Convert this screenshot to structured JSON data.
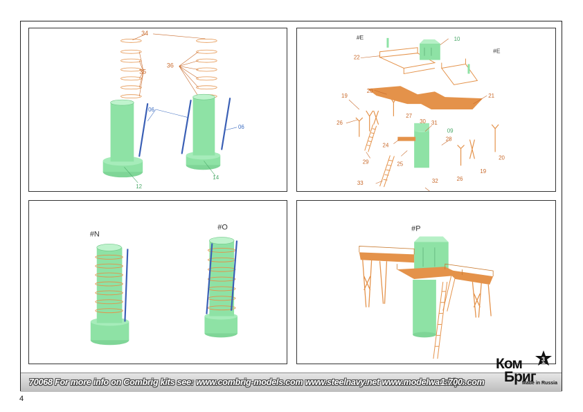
{
  "panels": {
    "p1": {
      "labels": {
        "l34": "34",
        "l35": "35",
        "l36": "36",
        "l06a": "06",
        "l06b": "06",
        "l12": "12",
        "l14": "14"
      }
    },
    "p2": {
      "labels": {
        "lE1": "#E",
        "lE2": "#E",
        "l10": "10",
        "l22": "22",
        "l21": "21",
        "l20a": "20",
        "l19a": "19",
        "l26a": "26",
        "l27": "27",
        "l30": "30",
        "l31": "31",
        "l09": "09",
        "l28": "28",
        "l29": "29",
        "l24": "24",
        "l25": "25",
        "l33": "33",
        "l32": "32",
        "l26b": "26",
        "l19b": "19",
        "l20b": "20"
      }
    },
    "p3": {
      "labels": {
        "lN": "#N",
        "lO": "#O"
      }
    },
    "p4": {
      "labels": {
        "lP": "#P"
      }
    }
  },
  "footer": {
    "text": "70068 For more info on Combrig kits see: www.combrig-models.com www.steelnavy.net www.modelwarships.com",
    "scale": "1:700"
  },
  "logo": {
    "line1": "Ком",
    "line2": "Бриг",
    "star_number": "3",
    "tagline": "Made in Russia"
  },
  "page_number": "4",
  "colors": {
    "resin_green": "#8ee2a5",
    "brass_orange": "#e4924a",
    "blue_rod": "#3a5fb5",
    "label_orange": "#c8692a",
    "label_green": "#4aa868",
    "label_blue": "#3a6bc0"
  }
}
